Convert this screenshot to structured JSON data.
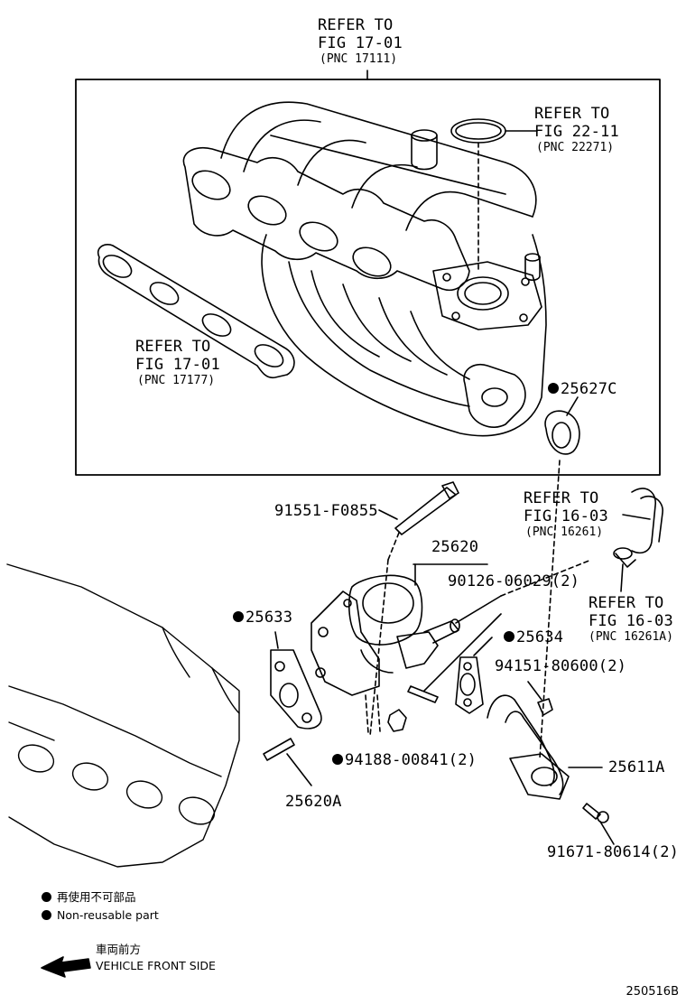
{
  "refs": {
    "r1": {
      "line1": "REFER TO",
      "line2": "FIG 17-01",
      "pnc": "(PNC 17111)"
    },
    "r2": {
      "line1": "REFER TO",
      "line2": "FIG 22-11",
      "pnc": "(PNC 22271)"
    },
    "r3": {
      "line1": "REFER TO",
      "line2": "FIG 17-01",
      "pnc": "(PNC 17177)"
    },
    "r4": {
      "line1": "REFER TO",
      "line2": "FIG 16-03",
      "pnc": "(PNC 16261)"
    },
    "r5": {
      "line1": "REFER TO",
      "line2": "FIG 16-03",
      "pnc": "(PNC 16261A)"
    }
  },
  "parts": {
    "p25627c": "25627C",
    "p91551": "91551-F0855",
    "p25620": "25620",
    "p90126": "90126-06029(2)",
    "p25633": "25633",
    "p25634": "25634",
    "p94151": "94151-80600(2)",
    "p94188": "94188-00841(2)",
    "p25611a": "25611A",
    "p25620a": "25620A",
    "p91671": "91671-80614(2)"
  },
  "legend": {
    "jp": "再使用不可部品",
    "en": "Non-reusable part",
    "front_jp": "車両前方",
    "front_en": "VEHICLE FRONT SIDE"
  },
  "figure_id": "250516B"
}
